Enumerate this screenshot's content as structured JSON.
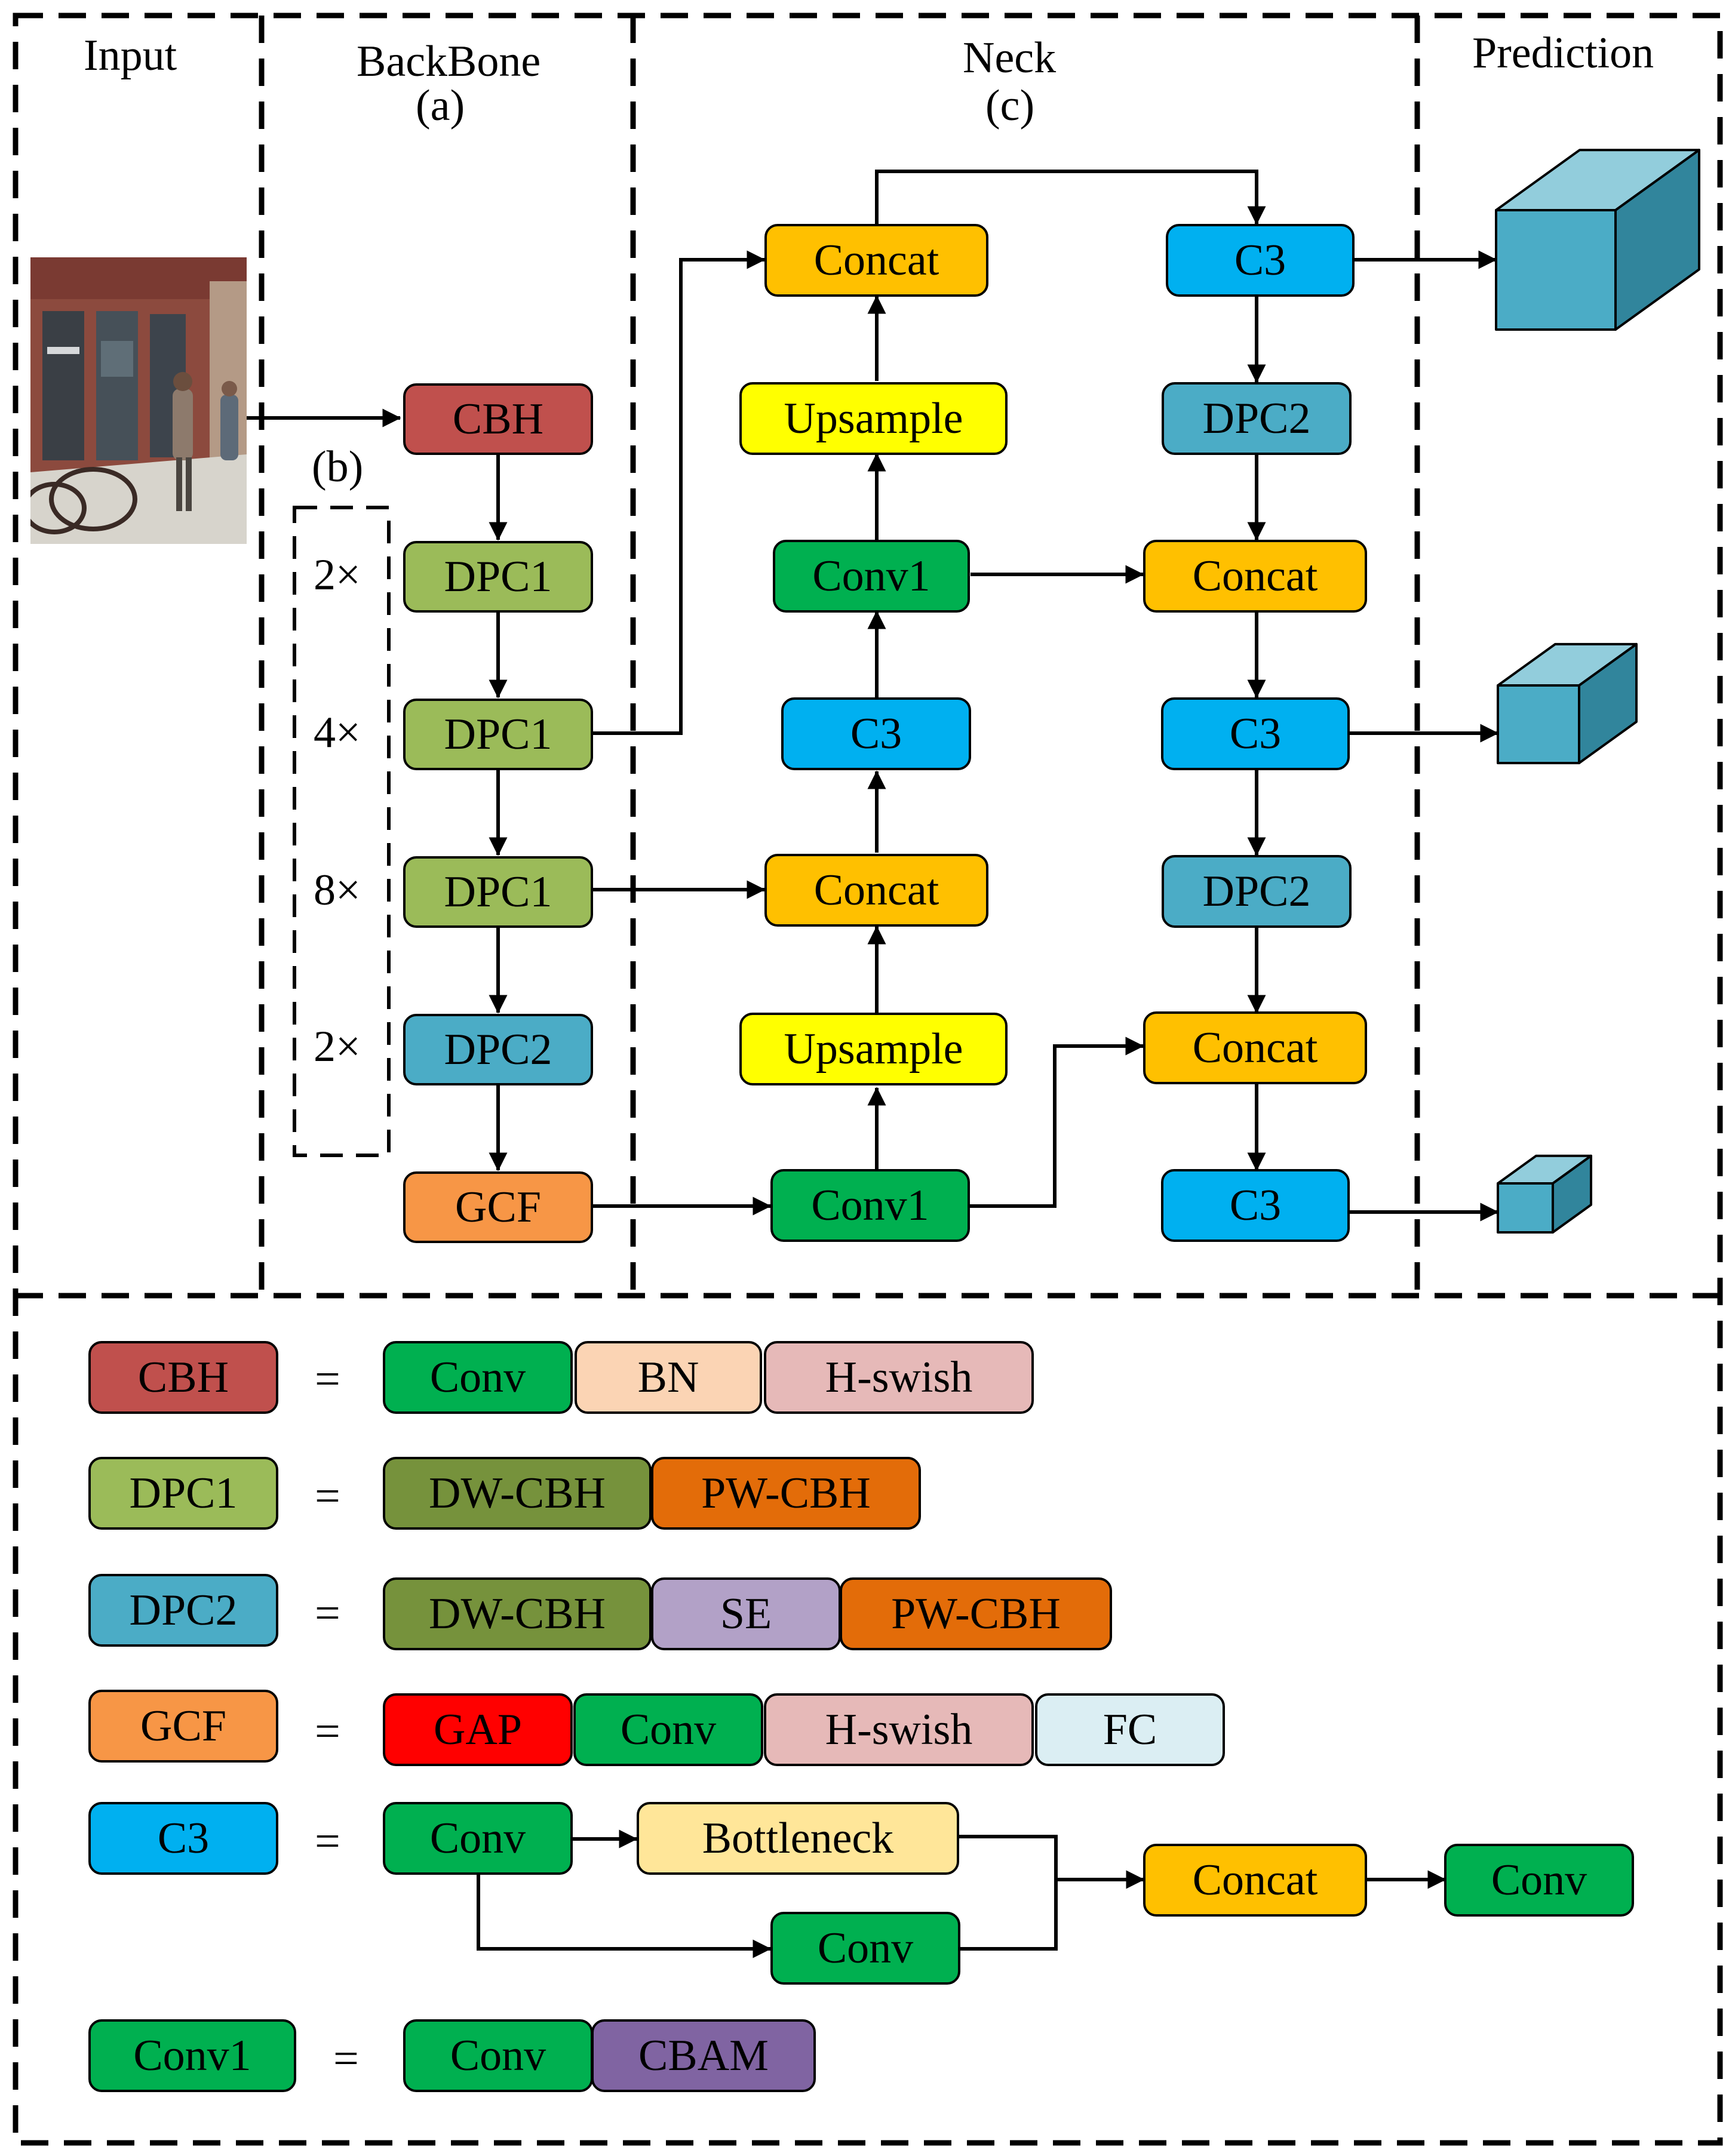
{
  "colors": {
    "CBH": "#C0504D",
    "DPC1": "#9BBB59",
    "DPC2": "#4BACC6",
    "GCF": "#F79646",
    "C3": "#00B0F0",
    "Concat": "#FFC000",
    "Upsample": "#FFFF00",
    "Conv1": "#00B050",
    "Conv": "#00B050",
    "BN": "#FBD4B4",
    "H-swish": "#E6B9B8",
    "DW-CBH": "#76923C",
    "PW-CBH": "#E36C09",
    "SE": "#B2A1C7",
    "GAP": "#FF0000",
    "FC": "#DBEEF3",
    "Bottleneck": "#FFE699",
    "CBAM": "#8064A2",
    "cube_front": "#4BACC6",
    "cube_top": "#92CDDC",
    "cube_side": "#31859C"
  },
  "sections": {
    "input": "Input",
    "backbone": "BackBone",
    "backbone_tag": "(a)",
    "repeat_tag": "(b)",
    "neck": "Neck",
    "neck_tag": "(c)",
    "prediction": "Prediction"
  },
  "repeats": [
    "2×",
    "4×",
    "8×",
    "2×"
  ],
  "input_image": "street-scene-photo",
  "backbone": [
    "CBH",
    "DPC1",
    "DPC1",
    "DPC1",
    "DPC2",
    "GCF"
  ],
  "neck_left": [
    "Concat",
    "Upsample",
    "Conv1",
    "C3",
    "Concat",
    "Upsample",
    "Conv1"
  ],
  "neck_right": [
    "C3",
    "DPC2",
    "Concat",
    "C3",
    "DPC2",
    "Concat",
    "C3"
  ],
  "legend": {
    "equals": "=",
    "rows": [
      {
        "name": "CBH",
        "parts": [
          "Conv",
          "BN",
          "H-swish"
        ]
      },
      {
        "name": "DPC1",
        "parts": [
          "DW-CBH",
          "PW-CBH"
        ]
      },
      {
        "name": "DPC2",
        "parts": [
          "DW-CBH",
          "SE",
          "PW-CBH"
        ]
      },
      {
        "name": "GCF",
        "parts": [
          "GAP",
          "Conv",
          "H-swish",
          "FC"
        ]
      },
      {
        "name": "C3",
        "parts": [
          "Conv",
          "Bottleneck",
          "Conv",
          "Concat",
          "Conv"
        ]
      },
      {
        "name": "Conv1",
        "parts": [
          "Conv",
          "CBAM"
        ]
      }
    ]
  }
}
